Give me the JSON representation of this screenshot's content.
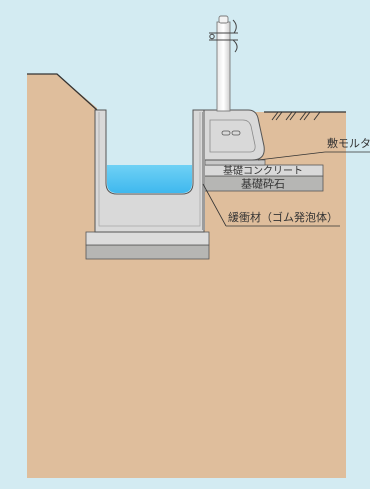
{
  "labels": {
    "mortar": "敷モルタ",
    "concrete_base": "基礎コンクリート",
    "crushed_stone": "基礎砕石",
    "cushion": "緩衝材（ゴム発泡体）"
  },
  "colors": {
    "background": "#d3ebf2",
    "soil": "#dfbe9c",
    "concrete": "#d9d9d9",
    "gravel": "#b6b6b4",
    "water": "#5cc8f2",
    "outline": "#555555"
  }
}
